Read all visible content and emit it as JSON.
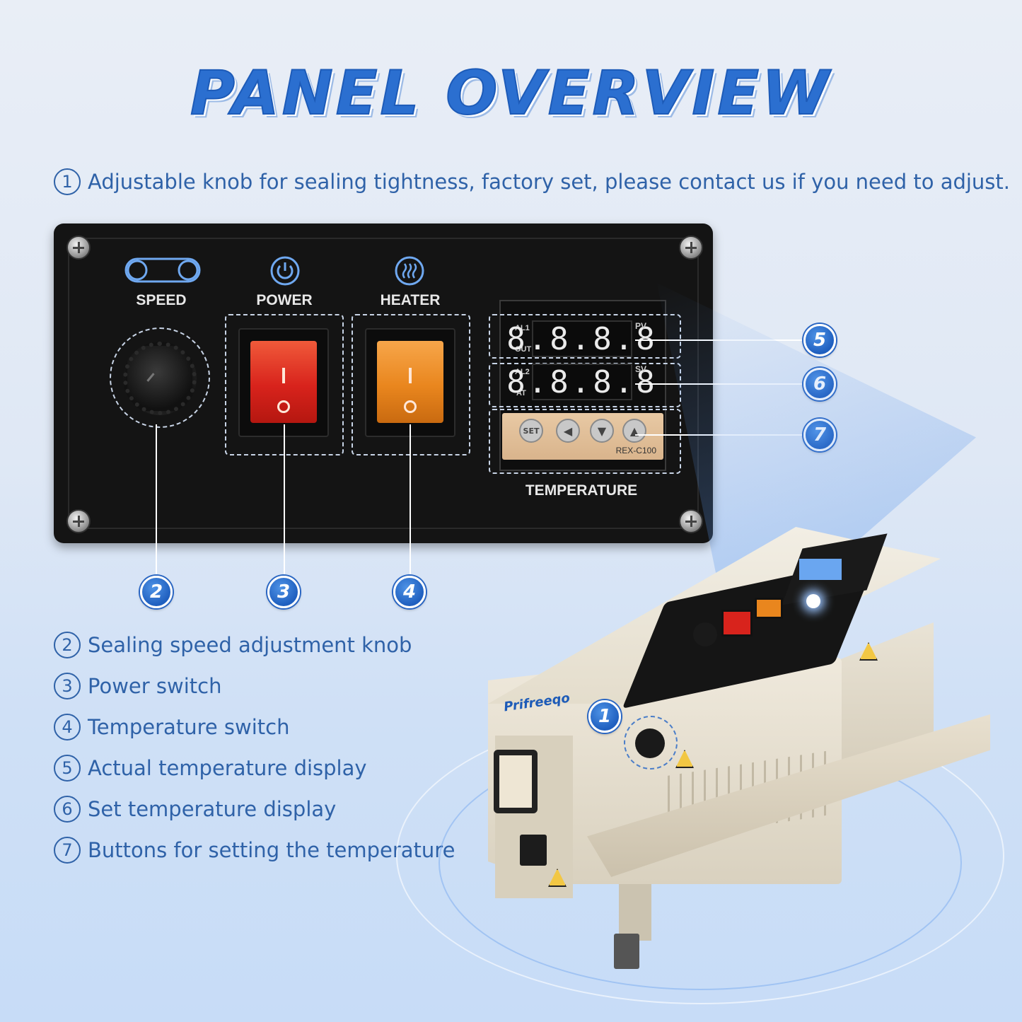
{
  "title": "PANEL OVERVIEW",
  "intro": {
    "num": "1",
    "text": "Adjustable knob for sealing tightness, factory set, please contact us if you need to adjust."
  },
  "panel": {
    "speed_label": "SPEED",
    "power_label": "POWER",
    "heater_label": "HEATER",
    "temperature_label": "TEMPERATURE",
    "pv_tag": "PV",
    "sv_tag": "SV",
    "pv_display": "8.8.8.8",
    "sv_display": "8.8.8.8",
    "set_button": "SET",
    "model": "REX-C100",
    "out_tags": [
      "AL1",
      "OUT",
      "AL2",
      "AT"
    ]
  },
  "badges": [
    "1",
    "2",
    "3",
    "4",
    "5",
    "6",
    "7"
  ],
  "items": [
    {
      "num": "2",
      "text": "Sealing speed adjustment knob"
    },
    {
      "num": "3",
      "text": "Power switch"
    },
    {
      "num": "4",
      "text": "Temperature switch"
    },
    {
      "num": "5",
      "text": "Actual temperature display"
    },
    {
      "num": "6",
      "text": "Set temperature display"
    },
    {
      "num": "7",
      "text": "Buttons for setting the temperature"
    }
  ],
  "brand": "Prifreeqo",
  "colors": {
    "accent": "#2b6fd0",
    "text": "#2f62a8",
    "red_switch": "#d8231c",
    "orange_switch": "#e9861e"
  }
}
